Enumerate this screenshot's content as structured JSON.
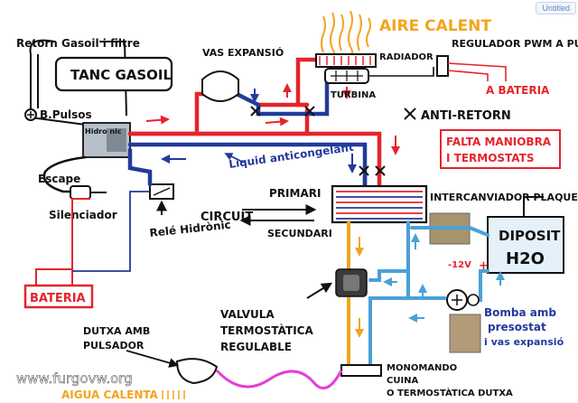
{
  "doc_label": "Untitled",
  "watermark": "www.furgovw.org",
  "colors": {
    "hot": "#e5242b",
    "cold": "#223a9a",
    "aux": "#4aa0d8",
    "acs": "#f2a51d",
    "hose": "#e63dd6",
    "ink": "#111111",
    "grey": "#9a9a9a"
  },
  "labels": {
    "retorn_gasoil": "Retorn Gasoil i filtre",
    "tanc_gasoil": "TANC GASOIL",
    "b_pulsos": "B.Pulsos",
    "hidronic": "Hidro nic",
    "escape": "Escape",
    "silenciador": "Silenciador",
    "bateria_left": "BATERIA",
    "rele_hidronic": "Relé Hidrònic",
    "vas_expansio": "VAS EXPANSIÓ",
    "aire_calent": "AIRE CALENT",
    "radiador": "RADIADOR",
    "turbina": "TURBINA",
    "regulador_pwm": "REGULADOR PWM A PULSOS",
    "bateria_right": "A BATERIA",
    "antiretorn": "ANTI-RETORN",
    "falta_manobra_1": "FALTA MANIOBRA",
    "falta_manobra_2": "I TERMOSTATS",
    "liquid_anticongelant": "Liquid anticongelant",
    "primari": "PRIMARI",
    "circuit": "CIRCUIT",
    "secundari": "SECUNDARI",
    "intercanviador": "INTERCANVIADOR PLAQUES",
    "diposit_1": "DIPOSIT",
    "diposit_2": "H2O",
    "minus_12v": "-12V",
    "plus_sign": "+",
    "bomba_1": "Bomba amb",
    "bomba_2": "presostat",
    "bomba_3": "i vas expansió",
    "valvula_1": "VALVULA",
    "valvula_2": "TERMOSTÀTICA",
    "valvula_3": "REGULABLE",
    "dutxa_1": "DUTXA AMB",
    "dutxa_2": "PULSADOR",
    "aigua_calenta": "AIGUA CALENTA",
    "monomando_1": "MONOMANDO",
    "monomando_2": "CUINA",
    "monomando_3": "O TERMOSTÀTICA DUTXA"
  }
}
